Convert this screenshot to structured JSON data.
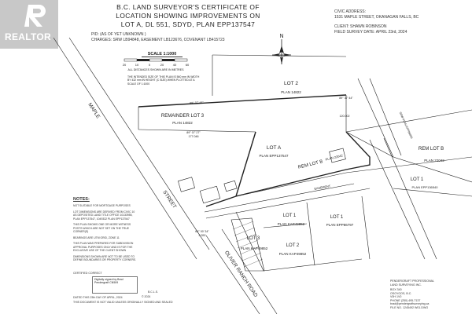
{
  "brand": {
    "name": "REALTOR"
  },
  "title": {
    "lines": [
      "B.C. LAND SURVEYOR'S CERTIFICATE OF",
      "LOCATION SHOWING IMPROVEMENTS ON",
      "LOT A, DL 551, SDYD, PLAN EPP137547"
    ]
  },
  "meta": {
    "pid": "PID: (AS OF YET UNKNOWN )",
    "charges": "CHARGES: SRW LB94848, EASEMENT LB123676, COVENANT LB415723"
  },
  "civic": {
    "label": "CIVIC ADDRESS:",
    "address": "1531 MAPLE STREET, OKANAGAN FALLS, BC",
    "client": "CLIENT: SHAWN ROBINSON",
    "survey_date": "FIELD SURVEY DATE:   APRIL 23rd, 2024"
  },
  "scale": {
    "label": "SCALE 1:1000",
    "ticks": [
      "20",
      "10",
      "0",
      "20",
      "40",
      "60"
    ],
    "units": "ALL DISTANCES SHOWN ARE IN METRES",
    "intended": "THE INTENDED SIZE OF THIS PLAN IS 560 mm IN WIDTH BY 432 mm IN HEIGHT (C SIZE) WHEN PLOTTED AT A SCALE OF 1:1000"
  },
  "map_labels": {
    "lot2": "LOT 2",
    "plan14822a": "PLAN 14822",
    "remainder": "REMAINDER LOT 3",
    "plan14822b": "PLAN 14822",
    "lotA": "LOT A",
    "planA": "PLAN EPP137547",
    "remLotB_mid": "REM LOT B",
    "plan22042_mid": "PLAN 22042",
    "remLotB_right": "REM LOT B",
    "plan22042_right": "PLAN 22042",
    "lot1_right": "LOT 1",
    "plan_right": "PLAN EPP136540",
    "lot1_mid": "LOT 1",
    "plan_mid": "PLAN KAP49852",
    "lot1_far": "LOT 1",
    "plan_far": "PLAN EPP86797",
    "lot3": "LOT 3",
    "plan_lot3": "PLAN KAP49852",
    "lot2b": "LOT 2",
    "plan_lot2b": "PLAN KAP49852",
    "maple": "MAPLE",
    "street": "STREET",
    "oliver": "OLIVER RANCH ROAD",
    "easement": "EASEMENT",
    "srw": "SRW PLAN EPP86800",
    "bearing1": "89° 37' 44\"",
    "bearing2": "89° 37' 44\"",
    "dist1": "120.002",
    "dist2": "177.046",
    "dist3": "2.352",
    "bearing3": "89° 07' 27\"",
    "bearing4": "64° 00' 34\""
  },
  "notes": {
    "title": "NOTES:",
    "items": [
      "NOT SUITABLE FOR MORTGAGE PURPOSES",
      "LOT DIMENSIONS ARE DERIVED FROM CIVIC 10 AS DEPOSITED LAND TITLE OFFICE 10133955, PLAN EPP137547, 1049332 PLAN EPP137547",
      "THIS PLAN SHOWS ONE OR MORE WITNESS POSTS WHICH ARE NOT SET ON THE TRUE CORNER(S)",
      "BEARINGS ARE UTM GRID, ZONE 11",
      "THIS PLAN WAS PREPARED FOR SUBDIVISION APPROVAL PURPOSES ONLY AND IS FOR THE EXCLUSIVE USE OF THE CLIENT SHOWN",
      "DIMENSIONS SHOWN ARE NOT TO BE USED TO DEFINE BOUNDARIES OR PROPERTY CORNERS."
    ]
  },
  "certificate": {
    "label": "CERTIFIED CORRECT",
    "signed": "Digitally signed by Brad Pendergraft CN509",
    "date_line": "DATED THIS 23th DAY OF APRIL, 2024",
    "valid": "THIS DOCUMENT IS NOT VALID UNLESS ORIGINALLY SIGNED AND SEALED",
    "bcls": "B.C.L.S.",
    "copyright": "© 2024"
  },
  "firm": {
    "name1": "PENDERGRAFT PROFESSIONAL",
    "name2": "LAND SURVEYING INC.",
    "address": "BOX 340",
    "city": "OSOYOOS, B.C.",
    "postal": "V0H 1V0",
    "phone": "PHONE (250) 495-7137",
    "email": "brad@pendergraftsurveying.ca",
    "file": "FILE NO. 1245492 W01.DWG"
  }
}
